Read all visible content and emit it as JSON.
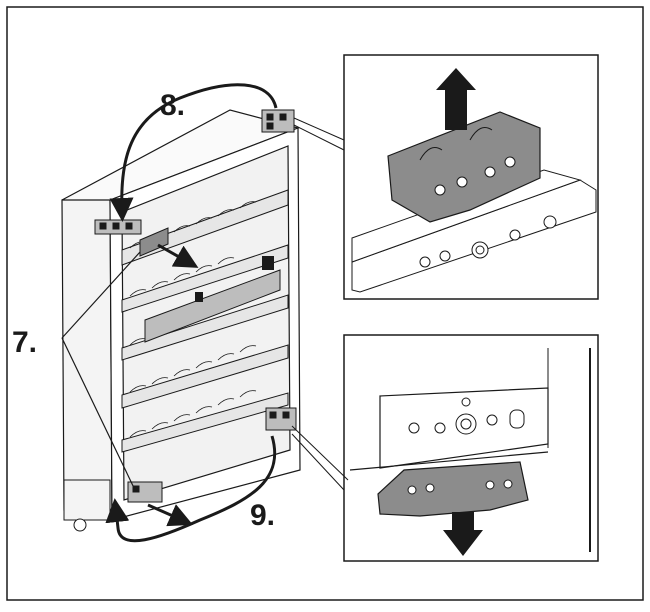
{
  "steps": {
    "step7": "7.",
    "step8": "8.",
    "step9": "9."
  },
  "colors": {
    "outline": "#1a1a1a",
    "bracket_fill": "#8c8c8c",
    "glass": "#f2f2f2",
    "shelf": "#e6e6e6",
    "panel": "#bdbdbd"
  }
}
